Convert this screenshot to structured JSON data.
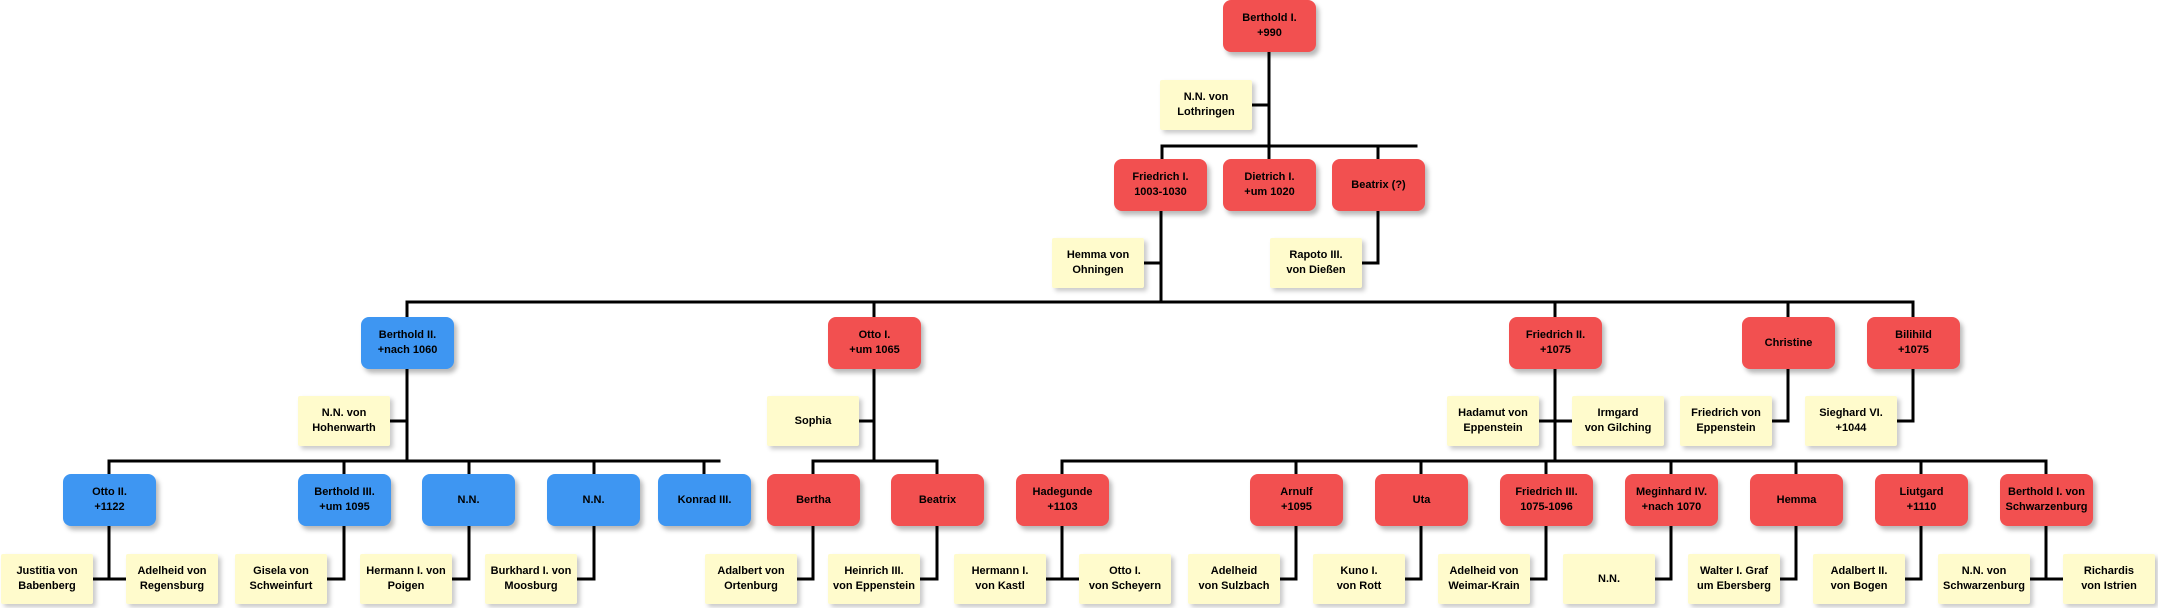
{
  "colors": {
    "male_line": "#f25050",
    "other_line": "#3e96f2",
    "spouse": "#fffbcc",
    "connector": "#000000"
  },
  "people": {
    "berthold1": "Berthold I.\n+990",
    "nn_lothringen": "N.N. von\nLothringen",
    "friedrich1": "Friedrich I.\n1003-1030",
    "dietrich1": "Dietrich I.\n+um 1020",
    "beatrix": "Beatrix (?)",
    "rapoto3": "Rapoto III.\nvon Dießen",
    "hemma_ohningen": "Hemma von\nOhningen",
    "berthold2": "Berthold II.\n+nach 1060",
    "nn_hohenwarth": "N.N. von\nHohenwarth",
    "otto1": "Otto I.\n+um 1065",
    "sophia": "Sophia",
    "friedrich2": "Friedrich II.\n+1075",
    "hadamut": "Hadamut von\nEppenstein",
    "irmgard": "Irmgard\nvon Gilching",
    "christine": "Christine",
    "friedrich_epp": "Friedrich von\nEppenstein",
    "bilihild": "Bilihild\n+1075",
    "sieghard6": "Sieghard VI.\n+1044",
    "otto2": "Otto II.\n+1122",
    "justitia": "Justitia von\nBabenberg",
    "adelheid_regensburg": "Adelheid von\nRegensburg",
    "berthold3": "Berthold III.\n+um 1095",
    "gisela": "Gisela von\nSchweinfurt",
    "nn_blue1": "N.N.",
    "hermann_poigen": "Hermann I. von\nPoigen",
    "nn_blue2": "N.N.",
    "burkhard": "Burkhard I. von\nMoosburg",
    "konrad3": "Konrad III.",
    "bertha": "Bertha",
    "adalbert_ortenburg": "Adalbert von\nOrtenburg",
    "beatrix2": "Beatrix",
    "heinrich3": "Heinrich III.\nvon Eppenstein",
    "hadegunde": "Hadegunde\n+1103",
    "hermann_kastl": "Hermann I.\nvon Kastl",
    "otto_scheyern": "Otto I.\nvon Scheyern",
    "arnulf": "Arnulf\n+1095",
    "adelheid_sulzbach": "Adelheid\nvon Sulzbach",
    "uta": "Uta",
    "kuno_rott": "Kuno I.\nvon Rott",
    "friedrich3": "Friedrich III.\n1075-1096",
    "adelheid_weimar": "Adelheid von\nWeimar-Krain",
    "meginhard4": "Meginhard IV.\n+nach 1070",
    "nn_spouse": "N.N.",
    "hemma": "Hemma",
    "walter_ebersberg": "Walter I. Graf\num Ebersberg",
    "liutgard": "Liutgard\n+1110",
    "adalbert_bogen": "Adalbert II.\nvon Bogen",
    "berthold_schwarzenburg": "Berthold I. von\nSchwarzenburg",
    "nn_schwarzenburg": "N.N. von\nSchwarzenburg",
    "richardis": "Richardis\nvon Istrien"
  }
}
